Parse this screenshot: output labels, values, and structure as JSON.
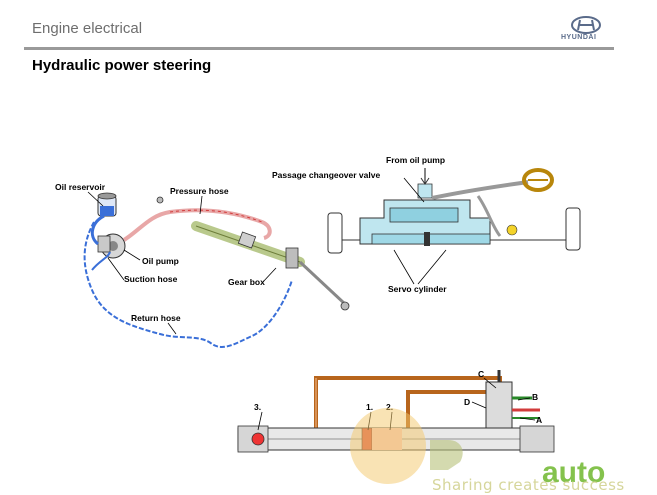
{
  "header": {
    "title": "Engine electrical",
    "brand": "HYUNDAI"
  },
  "slide": {
    "title": "Hydraulic power steering"
  },
  "diagram_left": {
    "labels": {
      "oil_reservoir": "Oil reservoir",
      "pressure_hose": "Pressure hose",
      "oil_pump": "Oil pump",
      "suction_hose": "Suction hose",
      "gear_box": "Gear box",
      "return_hose": "Return hose"
    }
  },
  "diagram_right": {
    "labels": {
      "from_oil_pump": "From oil pump",
      "passage_changeover_valve": "Passage changeover valve",
      "servo_cylinder": "Servo cylinder"
    }
  },
  "diagram_bottom": {
    "labels": {
      "n3": "3.",
      "n1": "1.",
      "n2": "2.",
      "C": "C",
      "B": "B",
      "D": "D",
      "A": "A"
    }
  },
  "watermark": {
    "brand": "auto",
    "tagline": "Sharing creates success"
  },
  "colors": {
    "header_rule": "#9a9a9a",
    "reservoir_blue": "#3a6fd8",
    "pressure_red": "#d23b3b",
    "tube_orange": "#b8651c",
    "watermark_green": "#6fb82e"
  }
}
